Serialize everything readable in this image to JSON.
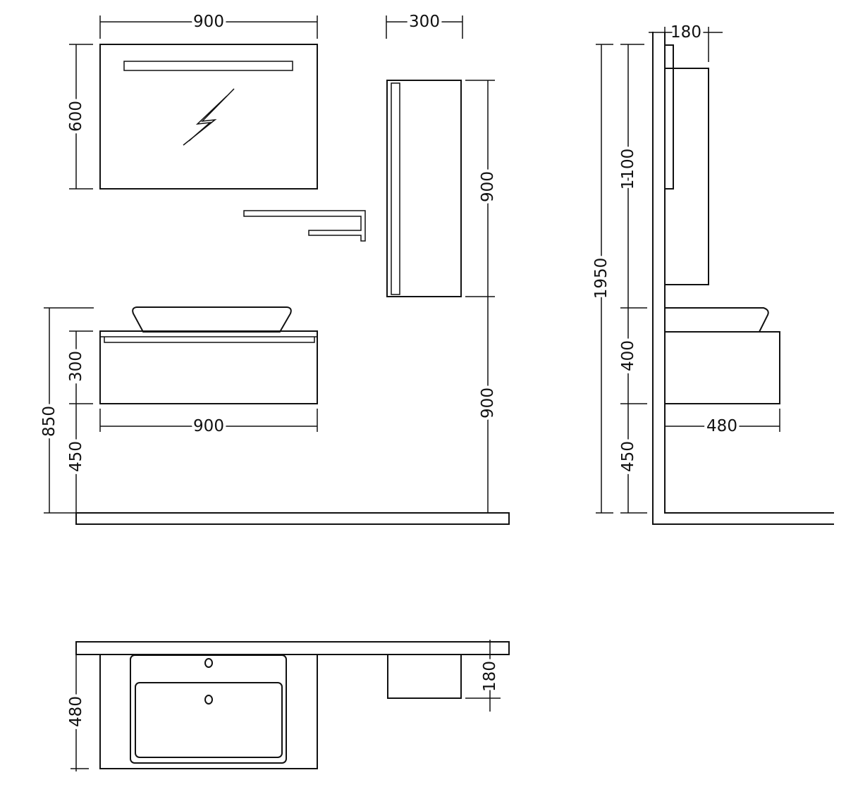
{
  "front_view": {
    "mirror_width": "900",
    "mirror_height": "600",
    "tall_cabinet_width": "300",
    "tall_cabinet_height": "900",
    "tall_cabinet_floor_clearance": "900",
    "vanity_height": "300",
    "vanity_width": "900",
    "basin_top_height": "850",
    "vanity_floor_clearance": "450"
  },
  "side_view": {
    "cabinet_depth": "180",
    "cabinet_span": "1100",
    "total_height": "1950",
    "vanity_with_basin_height": "400",
    "vanity_depth": "480",
    "vanity_floor_clearance": "450"
  },
  "plan_view": {
    "vanity_depth": "480",
    "cabinet_depth": "180"
  },
  "colors": {
    "line": "#111111",
    "background": "#ffffff"
  }
}
